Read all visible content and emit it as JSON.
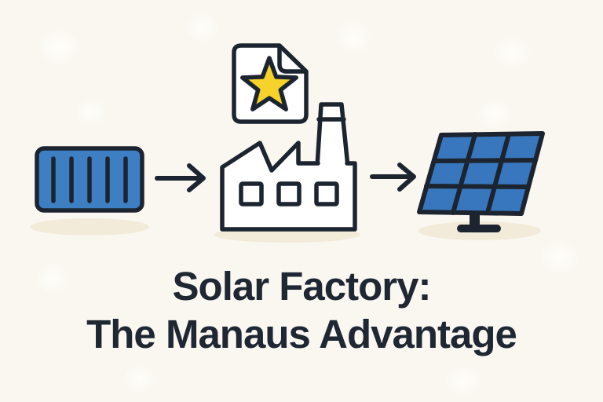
{
  "title": {
    "line1": "Solar Factory:",
    "line2": "The Manaus Advantage"
  },
  "illustration": {
    "flow": [
      {
        "icon": "shipping-container-icon",
        "description": "blue cargo container with five vertical ribs"
      },
      {
        "icon": "arrow-right-icon"
      },
      {
        "icon": "factory-icon",
        "description": "outlined factory with sawtooth roof, chimney and three windows"
      },
      {
        "icon": "certificate-icon",
        "description": "document with folded corner and yellow star"
      },
      {
        "icon": "arrow-right-icon"
      },
      {
        "icon": "solar-panel-icon",
        "description": "tilted blue 3x3 solar panel on stand"
      }
    ]
  },
  "colors": {
    "background": "#FAF7F1",
    "outline": "#1C2430",
    "container_blue": "#3E7FC3",
    "panel_blue": "#3877BD",
    "star_yellow": "#F6D32B",
    "white": "#FFFFFF",
    "shadow": "#F2EBDA",
    "title_color": "#1F2733"
  }
}
